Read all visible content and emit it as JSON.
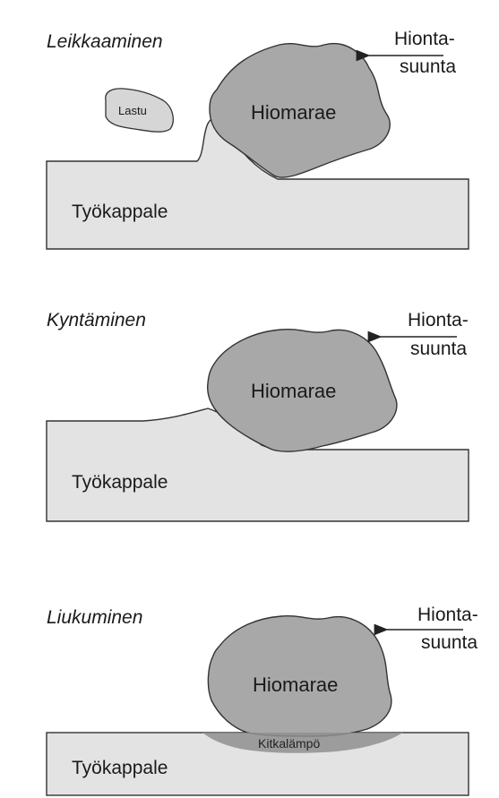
{
  "panels": [
    {
      "title": "Leikkaaminen",
      "grain_label": "Hiomarae",
      "workpiece_label": "Työkappale",
      "direction_label_line1": "Hionta-",
      "direction_label_line2": "suunta",
      "chip_label": "Lastu"
    },
    {
      "title": "Kyntäminen",
      "grain_label": "Hiomarae",
      "workpiece_label": "Työkappale",
      "direction_label_line1": "Hionta-",
      "direction_label_line2": "suunta"
    },
    {
      "title": "Liukuminen",
      "grain_label": "Hiomarae",
      "workpiece_label": "Työkappale",
      "direction_label_line1": "Hionta-",
      "direction_label_line2": "suunta",
      "heat_label": "Kitkalämpö"
    }
  ],
  "colors": {
    "grain_fill": "#a8a8a8",
    "workpiece_fill": "#e3e3e3",
    "outline": "#333333",
    "heat_fill": "#8f8f8f"
  }
}
